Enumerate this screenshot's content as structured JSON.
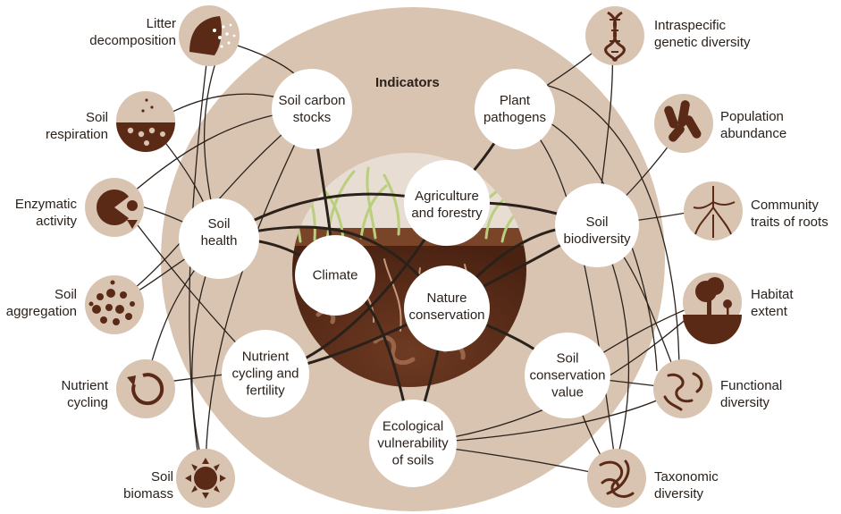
{
  "heading": "Indicators",
  "colors": {
    "disk": "#d8c4b1",
    "dark": "#5b2a17",
    "line": "#2a211b",
    "white": "#ffffff"
  },
  "center_nodes": [
    {
      "id": "soil_carbon",
      "line1": "Soil carbon",
      "line2": "stocks"
    },
    {
      "id": "plant_pathogens",
      "line1": "Plant",
      "line2": "pathogens"
    },
    {
      "id": "agriculture",
      "line1": "Agriculture",
      "line2": "and forestry"
    },
    {
      "id": "soil_health",
      "line1": "Soil",
      "line2": "health"
    },
    {
      "id": "climate",
      "line1": "Climate",
      "line2": ""
    },
    {
      "id": "soil_biodiversity",
      "line1": "Soil",
      "line2": "biodiversity"
    },
    {
      "id": "nature_conservation",
      "line1": "Nature",
      "line2": "conservation"
    },
    {
      "id": "nutrient_fertility",
      "line1": "Nutrient",
      "line2": "cycling and",
      "line3": "fertility"
    },
    {
      "id": "soil_conservation",
      "line1": "Soil",
      "line2": "conservation",
      "line3": "value"
    },
    {
      "id": "ecological_vulnerability",
      "line1": "Ecological",
      "line2": "vulnerability",
      "line3": "of soils"
    }
  ],
  "indicators_left": [
    {
      "id": "litter",
      "line1": "Litter",
      "line2": "decomposition",
      "icon": "litter-icon"
    },
    {
      "id": "respiration",
      "line1": "Soil",
      "line2": "respiration",
      "icon": "respiration-icon"
    },
    {
      "id": "enzymatic",
      "line1": "Enzymatic",
      "line2": "activity",
      "icon": "enzyme-icon"
    },
    {
      "id": "aggregation",
      "line1": "Soil",
      "line2": "aggregation",
      "icon": "aggregation-icon"
    },
    {
      "id": "nutrient_cycling",
      "line1": "Nutrient",
      "line2": "cycling",
      "icon": "cycle-arrow-icon"
    },
    {
      "id": "biomass",
      "line1": "Soil",
      "line2": "biomass",
      "icon": "biomass-icon"
    }
  ],
  "indicators_right": [
    {
      "id": "genetic",
      "line1": "Intraspecific",
      "line2": "genetic diversity",
      "icon": "dna-icon"
    },
    {
      "id": "population",
      "line1": "Population",
      "line2": "abundance",
      "icon": "mites-icon"
    },
    {
      "id": "roots",
      "line1": "Community",
      "line2": "traits of roots",
      "icon": "roots-icon"
    },
    {
      "id": "habitat",
      "line1": "Habitat",
      "line2": "extent",
      "icon": "tree-icon"
    },
    {
      "id": "functional",
      "line1": "Functional",
      "line2": "diversity",
      "icon": "worms-icon"
    },
    {
      "id": "taxonomic",
      "line1": "Taxonomic",
      "line2": "diversity",
      "icon": "worm-knot-icon"
    }
  ]
}
